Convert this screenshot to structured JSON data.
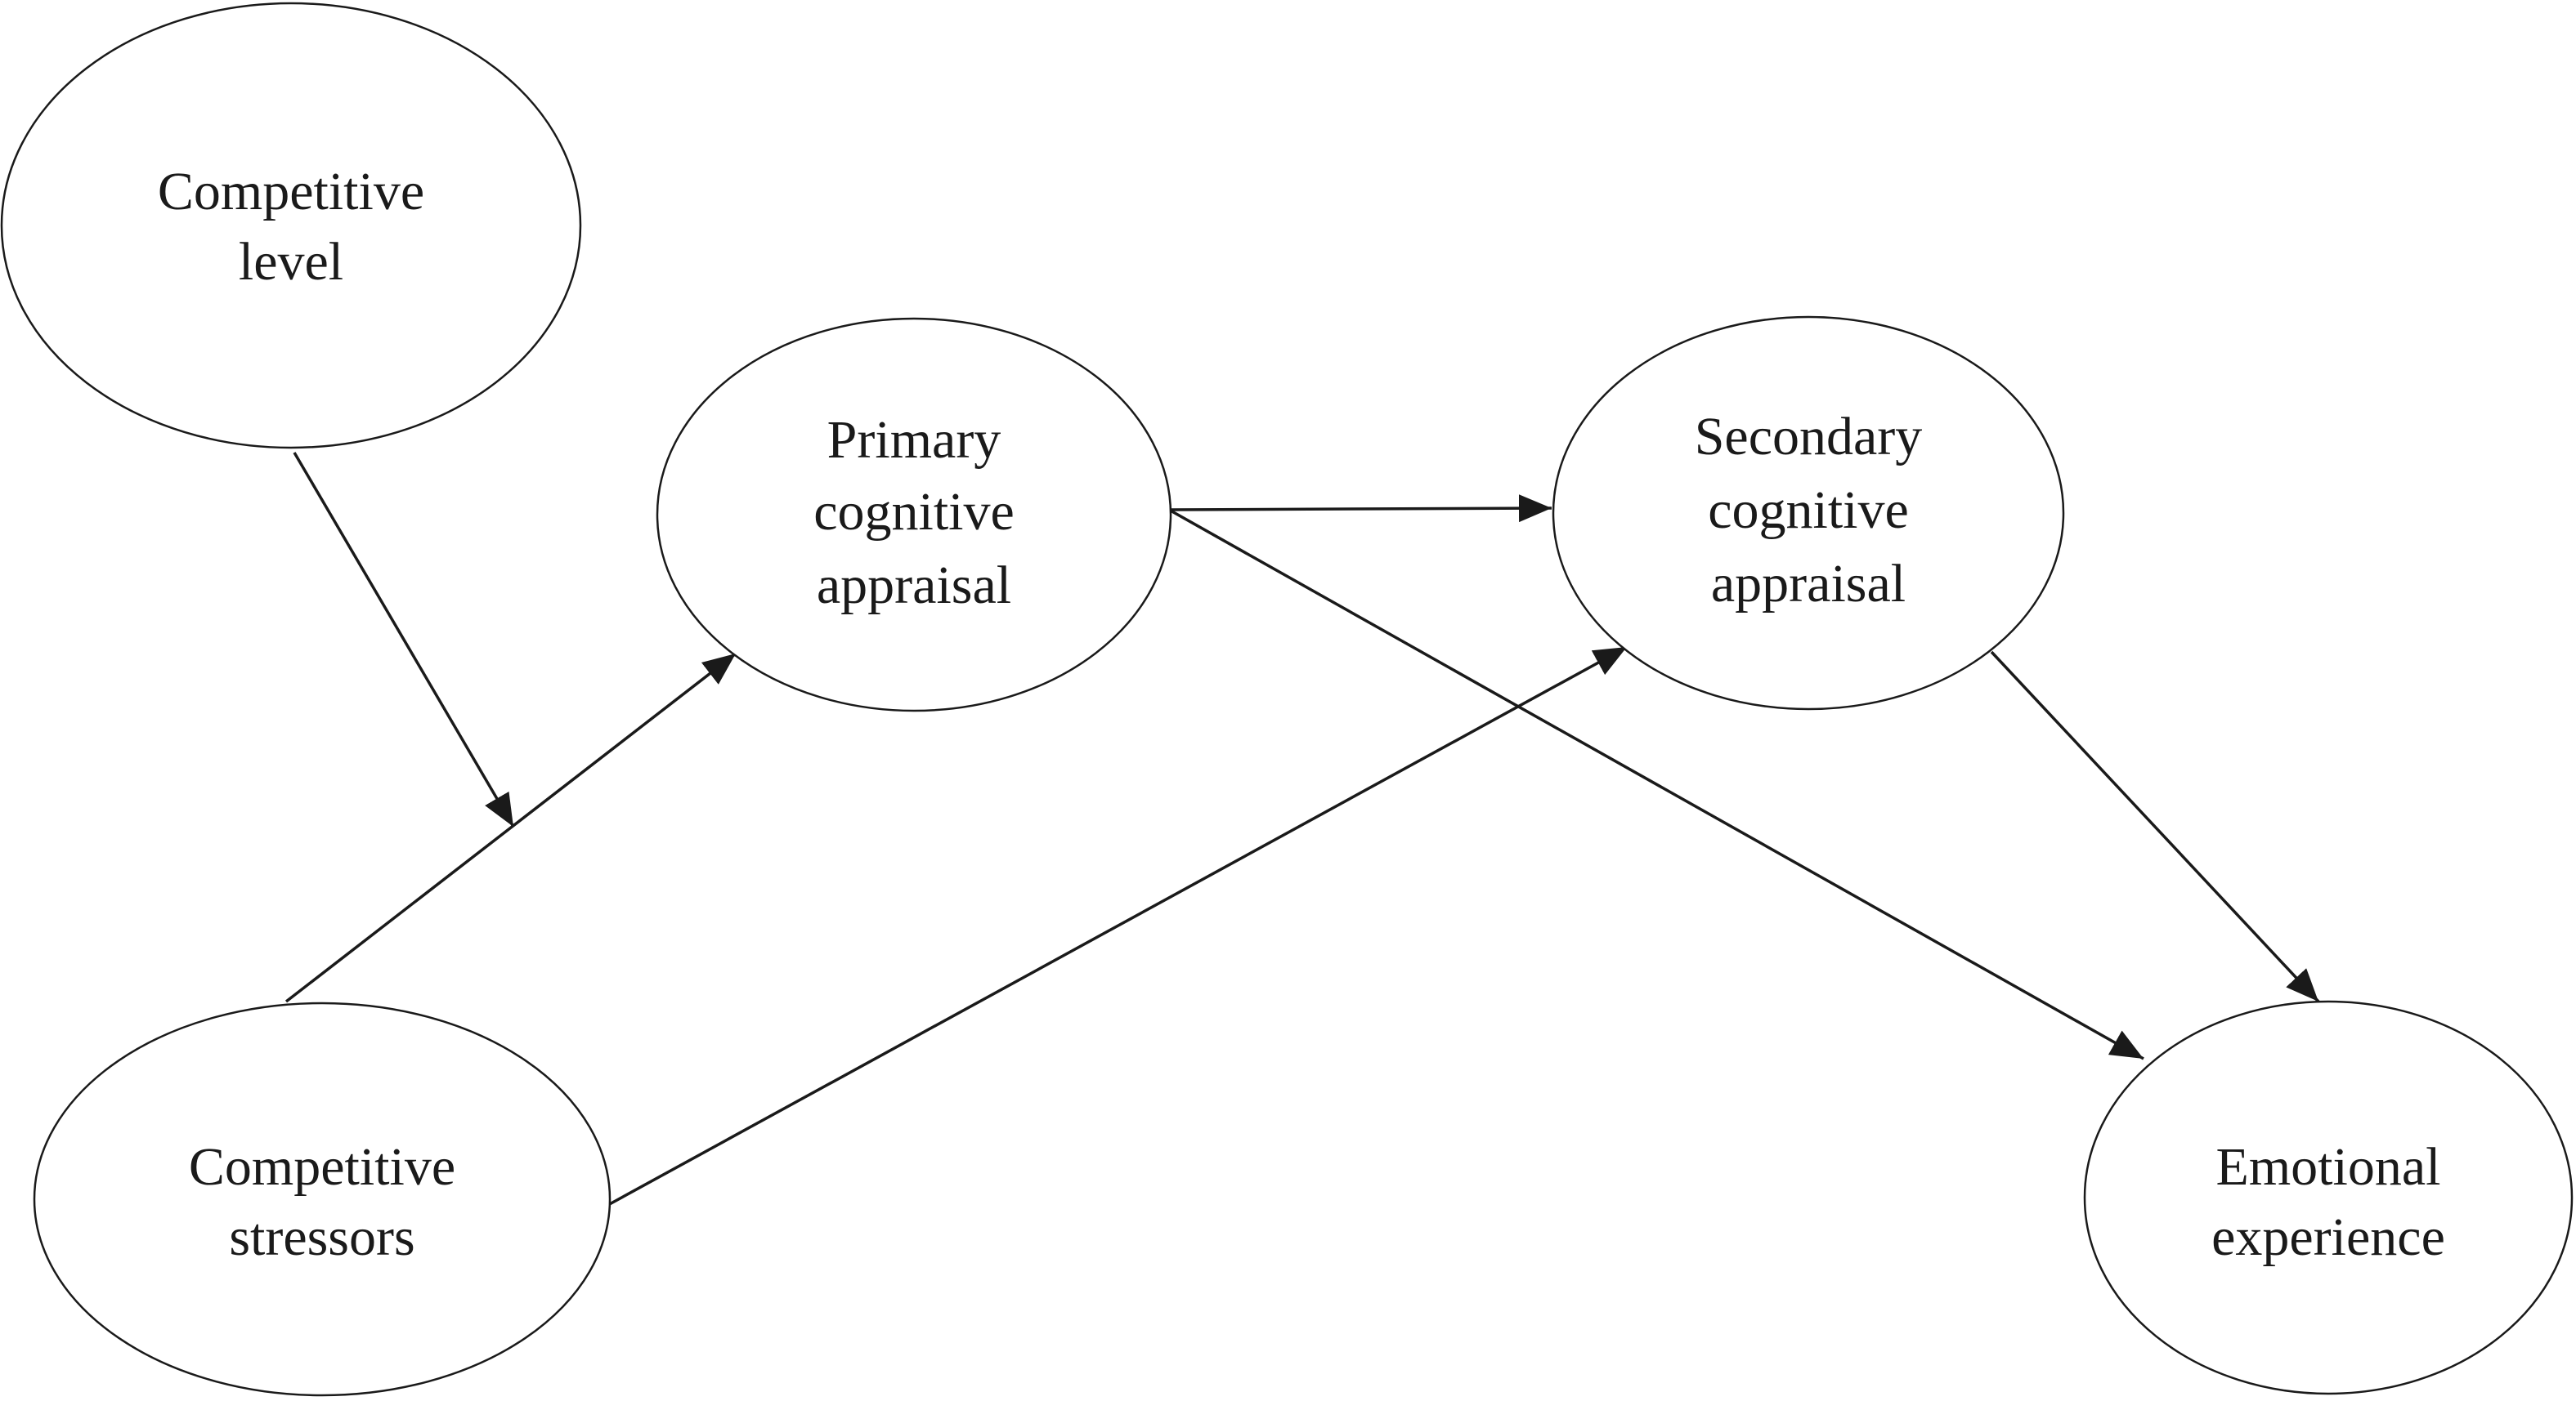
{
  "diagram": {
    "nodes": {
      "competitive_level": {
        "line1": "Competitive",
        "line2": "level"
      },
      "primary_appraisal": {
        "line1": "Primary",
        "line2": "cognitive",
        "line3": "appraisal"
      },
      "secondary_appraisal": {
        "line1": "Secondary",
        "line2": "cognitive",
        "line3": "appraisal"
      },
      "competitive_stressors": {
        "line1": "Competitive",
        "line2": "stressors"
      },
      "emotional_experience": {
        "line1": "Emotional",
        "line2": "experience"
      }
    },
    "edges": [
      {
        "from": "competitive_level",
        "to": "stressors-to-primary-path",
        "label": ""
      },
      {
        "from": "competitive_stressors",
        "to": "primary_appraisal",
        "label": ""
      },
      {
        "from": "competitive_stressors",
        "to": "secondary_appraisal",
        "label": ""
      },
      {
        "from": "primary_appraisal",
        "to": "secondary_appraisal",
        "label": ""
      },
      {
        "from": "primary_appraisal",
        "to": "emotional_experience",
        "label": ""
      },
      {
        "from": "secondary_appraisal",
        "to": "emotional_experience",
        "label": ""
      }
    ],
    "colors": {
      "stroke": "#1a1a1a",
      "background": "#ffffff"
    }
  }
}
